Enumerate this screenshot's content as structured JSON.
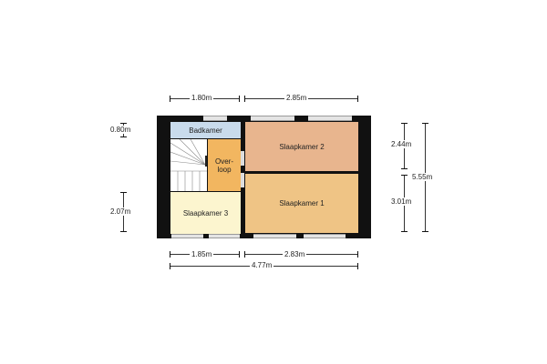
{
  "rooms": {
    "badkamer": "Badkamer",
    "overloop": "Over-\nloop",
    "slaapkamer1": "Slaapkamer 1",
    "slaapkamer2": "Slaapkamer 2",
    "slaapkamer3": "Slaapkamer 3"
  },
  "dimensions": {
    "top_left": "1.80m",
    "top_right": "2.85m",
    "bottom_left": "1.85m",
    "bottom_right": "2.83m",
    "bottom_total": "4.77m",
    "left_top": "0.80m",
    "left_bottom": "2.07m",
    "right_top": "2.44m",
    "right_bottom": "3.01m",
    "right_total": "5.55m"
  },
  "colors": {
    "badkamer": "#c9dbec",
    "overloop": "#f2b660",
    "slaapkamer1": "#efc485",
    "slaapkamer2": "#e8b58e",
    "slaapkamer3": "#fcf5cf"
  }
}
